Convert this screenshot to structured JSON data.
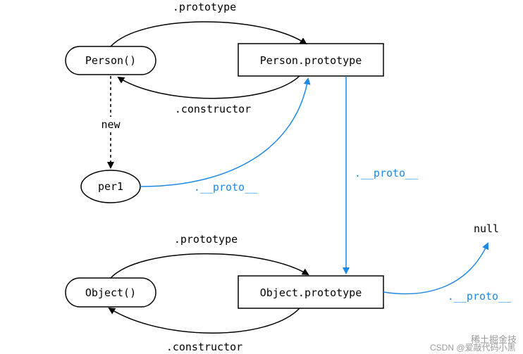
{
  "nodes": {
    "person_fn": "Person()",
    "person_proto": "Person.prototype",
    "per1": "per1",
    "object_fn": "Object()",
    "object_proto": "Object.prototype",
    "null_label": "null"
  },
  "edges": {
    "prototype_top": ".prototype",
    "constructor_top": ".constructor",
    "new_label": "new",
    "proto_per1": ".__proto__",
    "proto_person_proto": ".__proto__",
    "prototype_bottom": ".prototype",
    "constructor_bottom": ".constructor",
    "proto_object_proto": ".__proto__"
  },
  "colors": {
    "black": "#000000",
    "blue": "#1e88e5"
  },
  "watermark": {
    "line1": "稀土掘金技",
    "line2": "CSDN @爱敲代码小黑"
  }
}
